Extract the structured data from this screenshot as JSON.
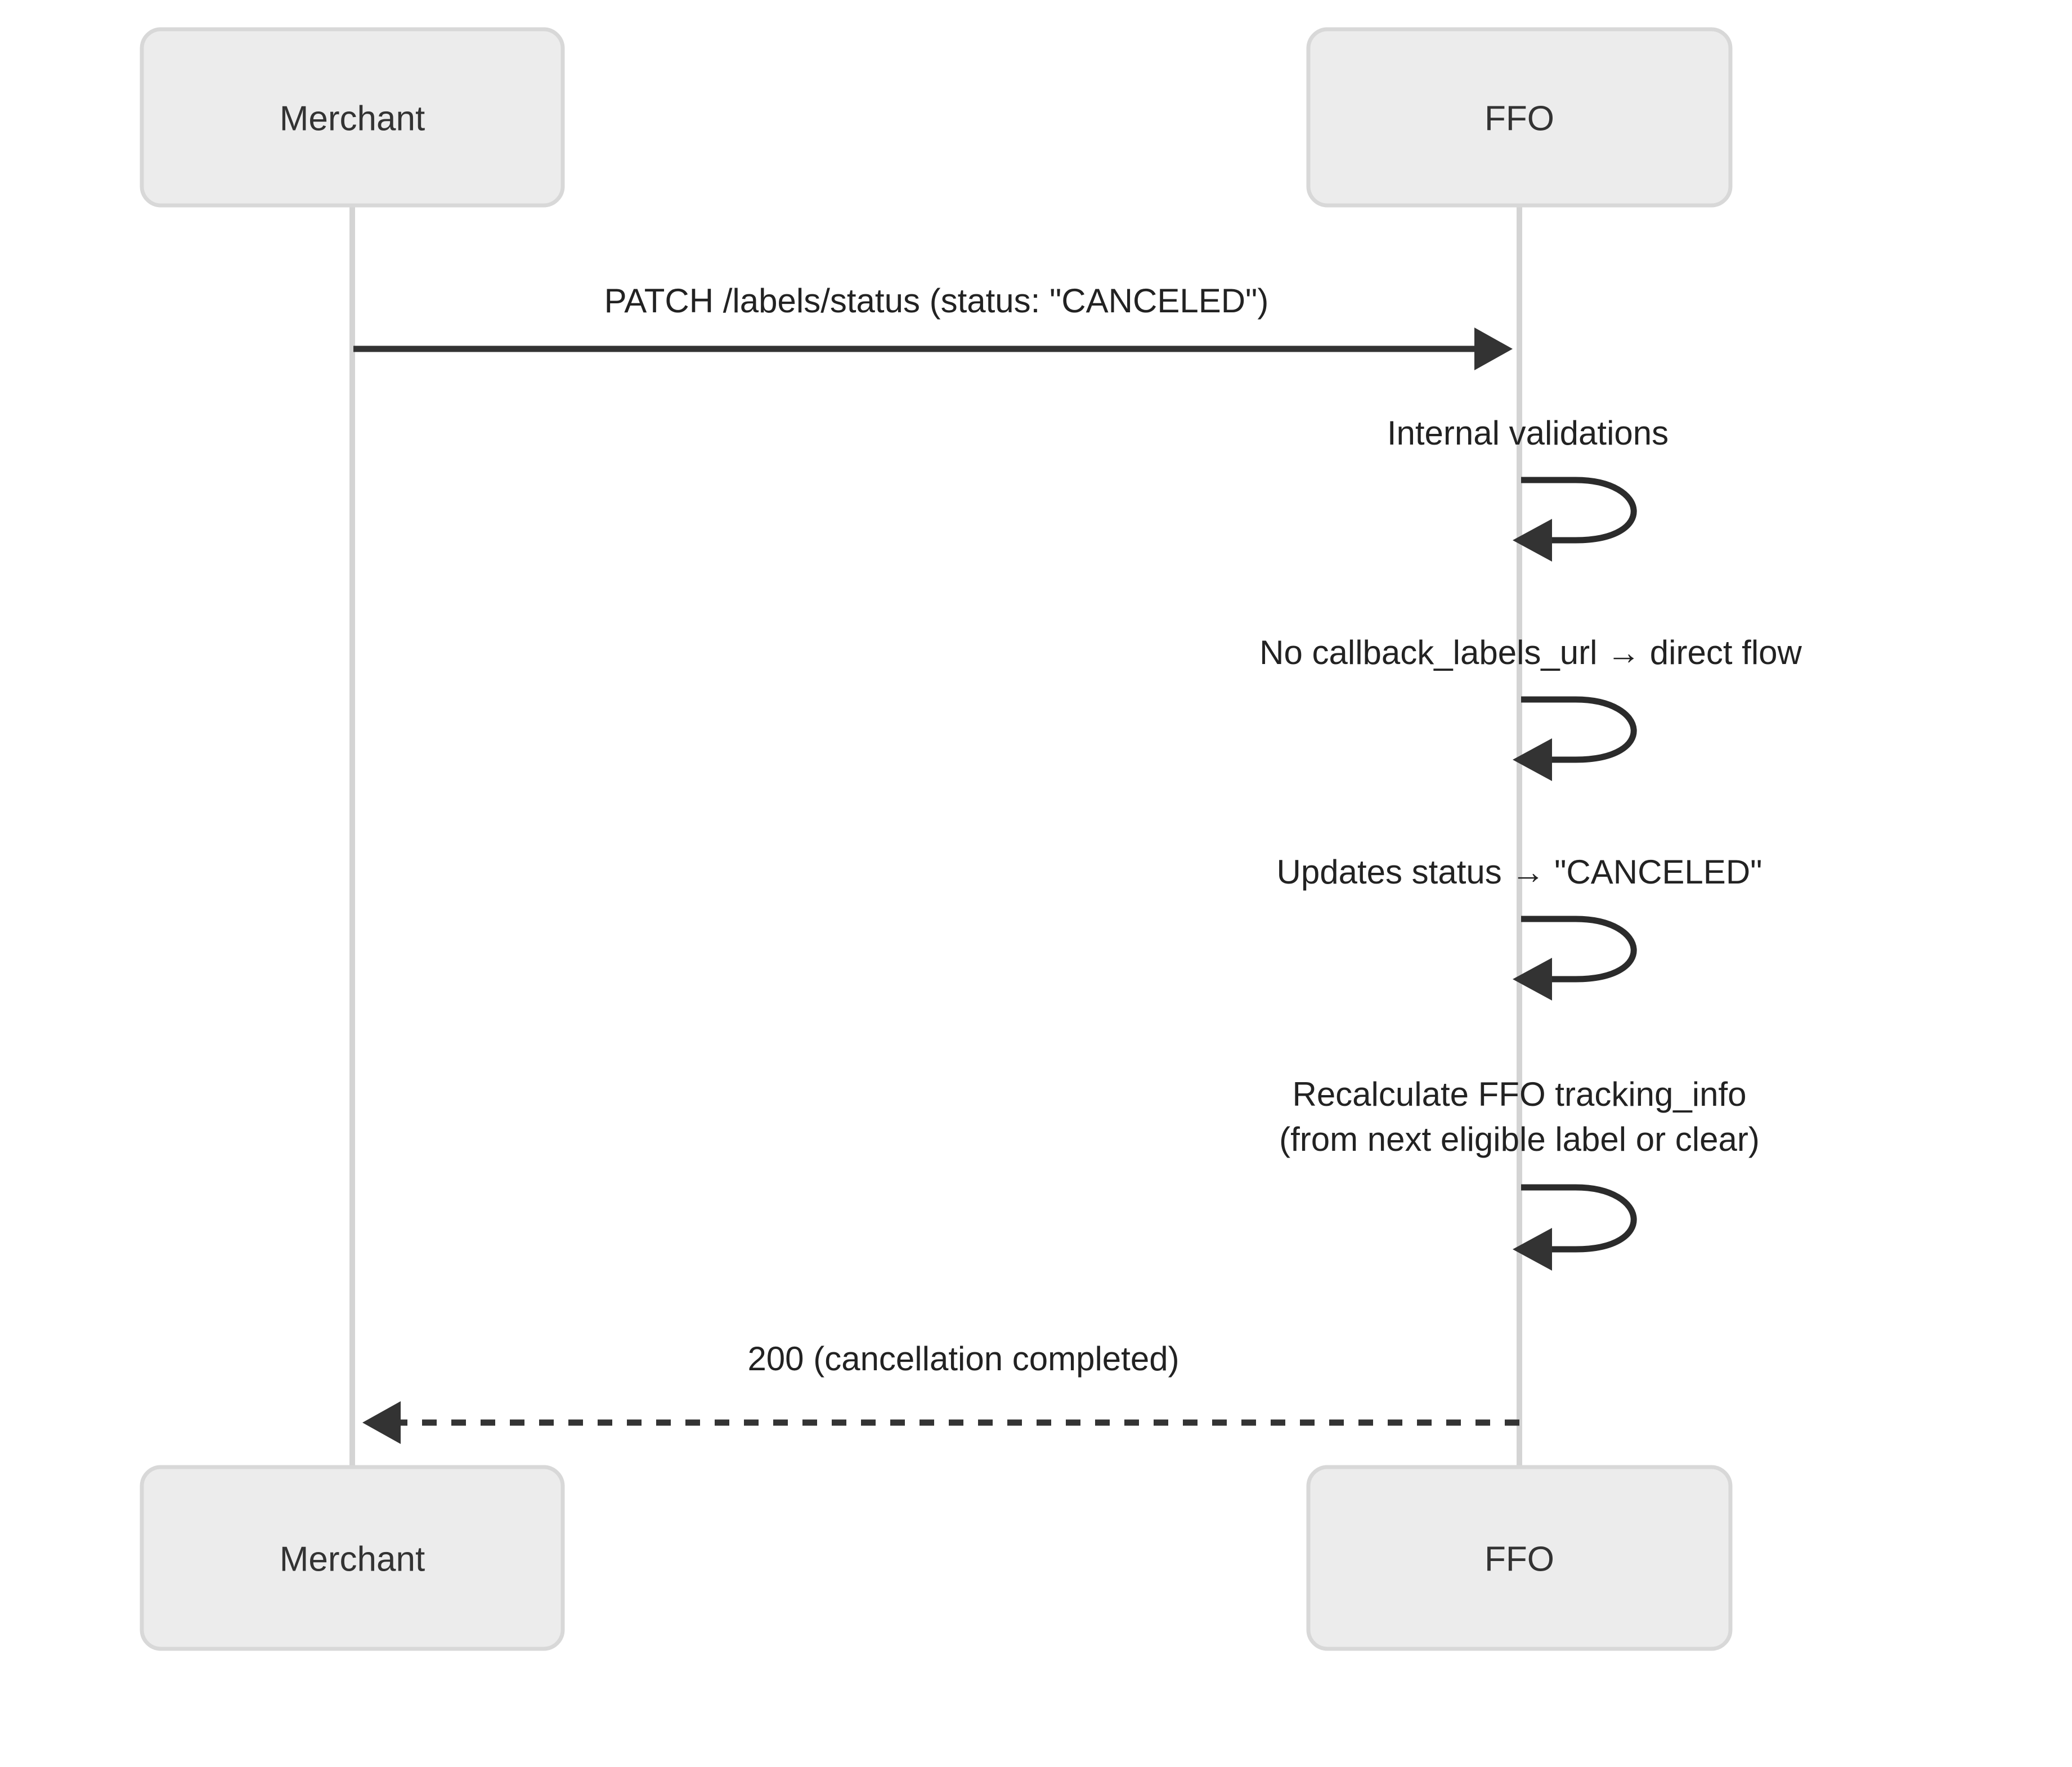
{
  "diagram": {
    "type": "sequence-diagram",
    "background_color": "#ffffff",
    "actor_box_fill": "#ececec",
    "actor_box_border": "#d8d8d8",
    "lifeline_color": "#d4d4d4",
    "line_color": "#333333",
    "text_color": "#222222",
    "participants": [
      {
        "id": "merchant",
        "label": "Merchant"
      },
      {
        "id": "ffo",
        "label": "FFO"
      }
    ],
    "top_actors": [
      {
        "id": "merchant-top",
        "label": "Merchant"
      },
      {
        "id": "ffo-top",
        "label": "FFO"
      }
    ],
    "bottom_actors": [
      {
        "id": "merchant-bottom",
        "label": "Merchant"
      },
      {
        "id": "ffo-bottom",
        "label": "FFO"
      }
    ],
    "messages": [
      {
        "id": "msg-patch-labels-status",
        "from": "merchant",
        "to": "ffo",
        "kind": "solid-arrow",
        "label": "PATCH /labels/status (status: \"CANCELED\")"
      },
      {
        "id": "self-internal-validations",
        "from": "ffo",
        "to": "ffo",
        "kind": "self-loop",
        "label": "Internal validations"
      },
      {
        "id": "self-no-callback-url",
        "from": "ffo",
        "to": "ffo",
        "kind": "self-loop",
        "label": "No callback_labels_url → direct flow"
      },
      {
        "id": "self-updates-status",
        "from": "ffo",
        "to": "ffo",
        "kind": "self-loop",
        "label": "Updates status → \"CANCELED\""
      },
      {
        "id": "self-recalculate-tracking-info",
        "from": "ffo",
        "to": "ffo",
        "kind": "self-loop",
        "label_line1": "Recalculate FFO tracking_info",
        "label_line2": "(from next eligible label or clear)"
      },
      {
        "id": "msg-200-cancellation-completed",
        "from": "ffo",
        "to": "merchant",
        "kind": "dotted-arrow",
        "label": "200 (cancellation completed)"
      }
    ]
  }
}
